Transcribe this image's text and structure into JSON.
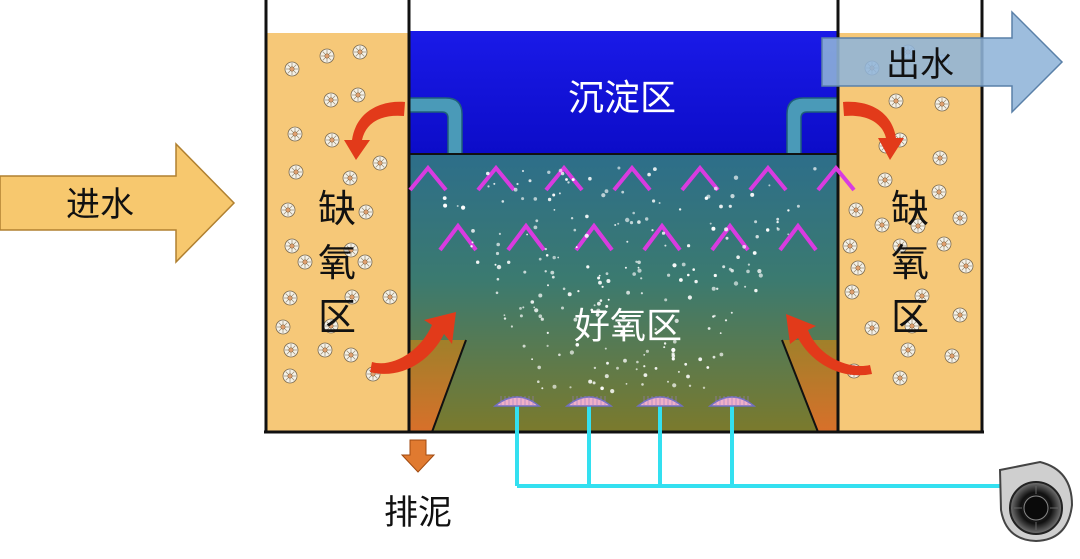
{
  "labels": {
    "inflow": "进水",
    "outflow": "出水",
    "settling_zone": "沉淀区",
    "anoxic_left": [
      "缺",
      "氧",
      "区"
    ],
    "anoxic_right": [
      "缺",
      "氧",
      "区"
    ],
    "aerobic_zone": "好氧区",
    "sludge_discharge": "排泥"
  },
  "icons": {
    "inflow_arrow": "arrow-right-icon",
    "outflow_arrow": "arrow-right-icon",
    "sludge_arrow": "arrow-down-icon",
    "blower": "blower-fan-icon",
    "diffuser": "air-diffuser-icon",
    "flow": "curved-flow-arrow-icon",
    "carrier": "biofilm-carrier-icon",
    "baffle": "chevron-baffle-icon"
  },
  "colors": {
    "anoxic_fill": "#f6c878",
    "settling_fill": "#1010e0",
    "aerobic_top": "#2a6a86",
    "aerobic_bottom": "#7a7a2a",
    "inflow_arrow": "#f7c86e",
    "outflow_arrow": "#8fb4d8",
    "flow_arrow": "#e23a1a",
    "baffle": "#d93be0",
    "air_pipe": "#33e0f0",
    "sludge_arrow": "#e07a30",
    "diffuser": "#f0b0c8"
  }
}
